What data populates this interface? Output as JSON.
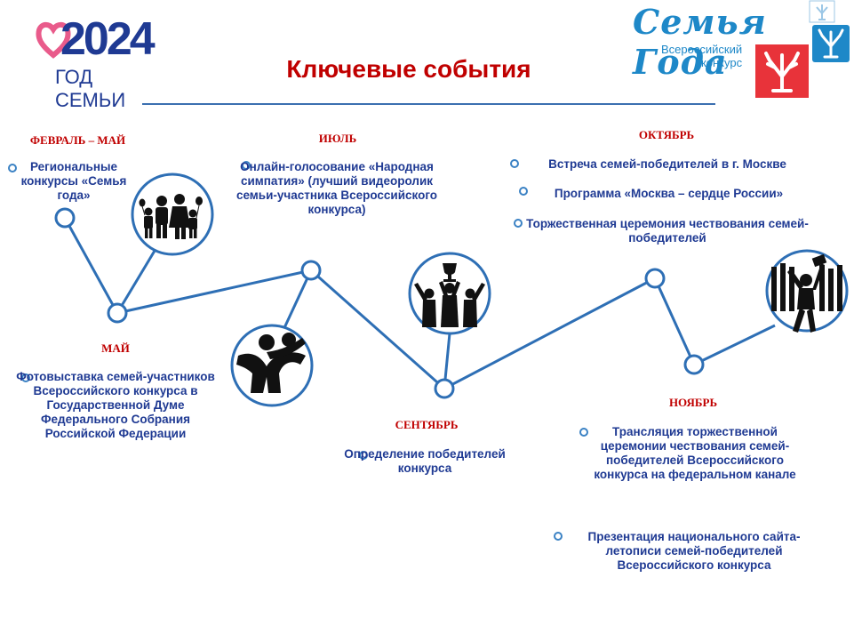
{
  "header": {
    "logo_year": "2024",
    "logo_subtitle": "ГОД СЕМЬИ",
    "title": "Ключевые события",
    "brand_title": "Семья Года",
    "brand_line1": "Всероссийский",
    "brand_line2": "конкурс",
    "colors": {
      "title": "#c00000",
      "text": "#1f3a93",
      "line": "#2e6fb5",
      "brand": "#1e88c8",
      "red_badge": "#e8333a"
    }
  },
  "events": {
    "feb_may": {
      "month": "ФЕВРАЛЬ – МАЙ",
      "items": [
        "Региональные конкурсы «Семья года»"
      ]
    },
    "may": {
      "month": "МАЙ",
      "items": [
        "Фотовыставка семей-участников Всероссийского конкурса в Государственной Думе Федерального Собрания Российской Федерации"
      ]
    },
    "july": {
      "month": "ИЮЛЬ",
      "items": [
        "Онлайн-голосование «Народная симпатия» (лучший видеоролик семьи-участника Всероссийского конкурса)"
      ]
    },
    "september": {
      "month": "СЕНТЯБРЬ",
      "items": [
        "Определение победителей конкурса"
      ]
    },
    "october": {
      "month": "ОКТЯБРЬ",
      "items": [
        "Встреча семей-победителей в г. Москве",
        "Программа «Москва – сердце России»",
        "Торжественная церемония чествования семей-победителей"
      ]
    },
    "november": {
      "month": "НОЯБРЬ",
      "items": [
        "Трансляция торжественной церемонии чествования семей-победителей Всероссийского конкурса на федеральном канале",
        "Презентация национального сайта-летописи семей-победителей Всероссийского конкурса"
      ]
    }
  },
  "icons": [
    "heart-icon",
    "family-icon",
    "hugging-family-icon",
    "trophy-celebration-icon",
    "celebrating-crowd-icon",
    "tree-hands-icon"
  ]
}
